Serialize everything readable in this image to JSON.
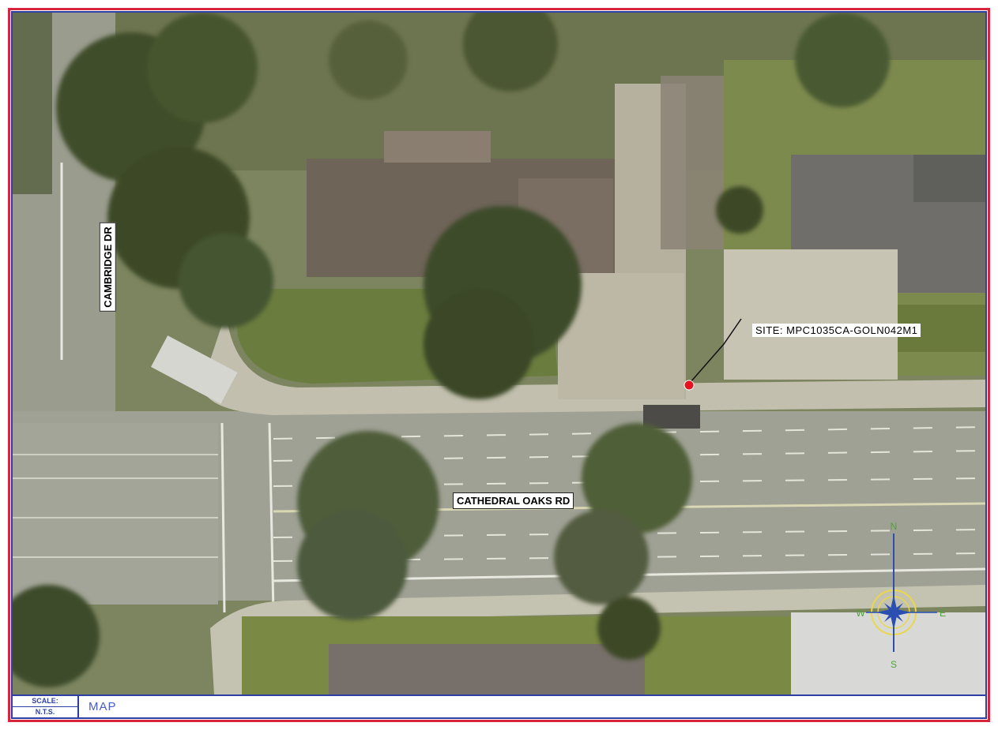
{
  "map": {
    "streets": {
      "cathedral_oaks": "CATHEDRAL OAKS RD",
      "cambridge": "CAMBRIDGE DR"
    },
    "site_label": "SITE:  MPC1035CA-GOLN042M1",
    "site_marker_color": "#e8121e",
    "compass": {
      "n": "N",
      "s": "S",
      "e": "E",
      "w": "W"
    }
  },
  "title_block": {
    "scale_label": "SCALE:",
    "scale_value": "N.T.S.",
    "title": "MAP"
  },
  "colors": {
    "border_red": "#d8243c",
    "border_blue": "#2c3fa4",
    "title_text": "#4a5bc6"
  }
}
